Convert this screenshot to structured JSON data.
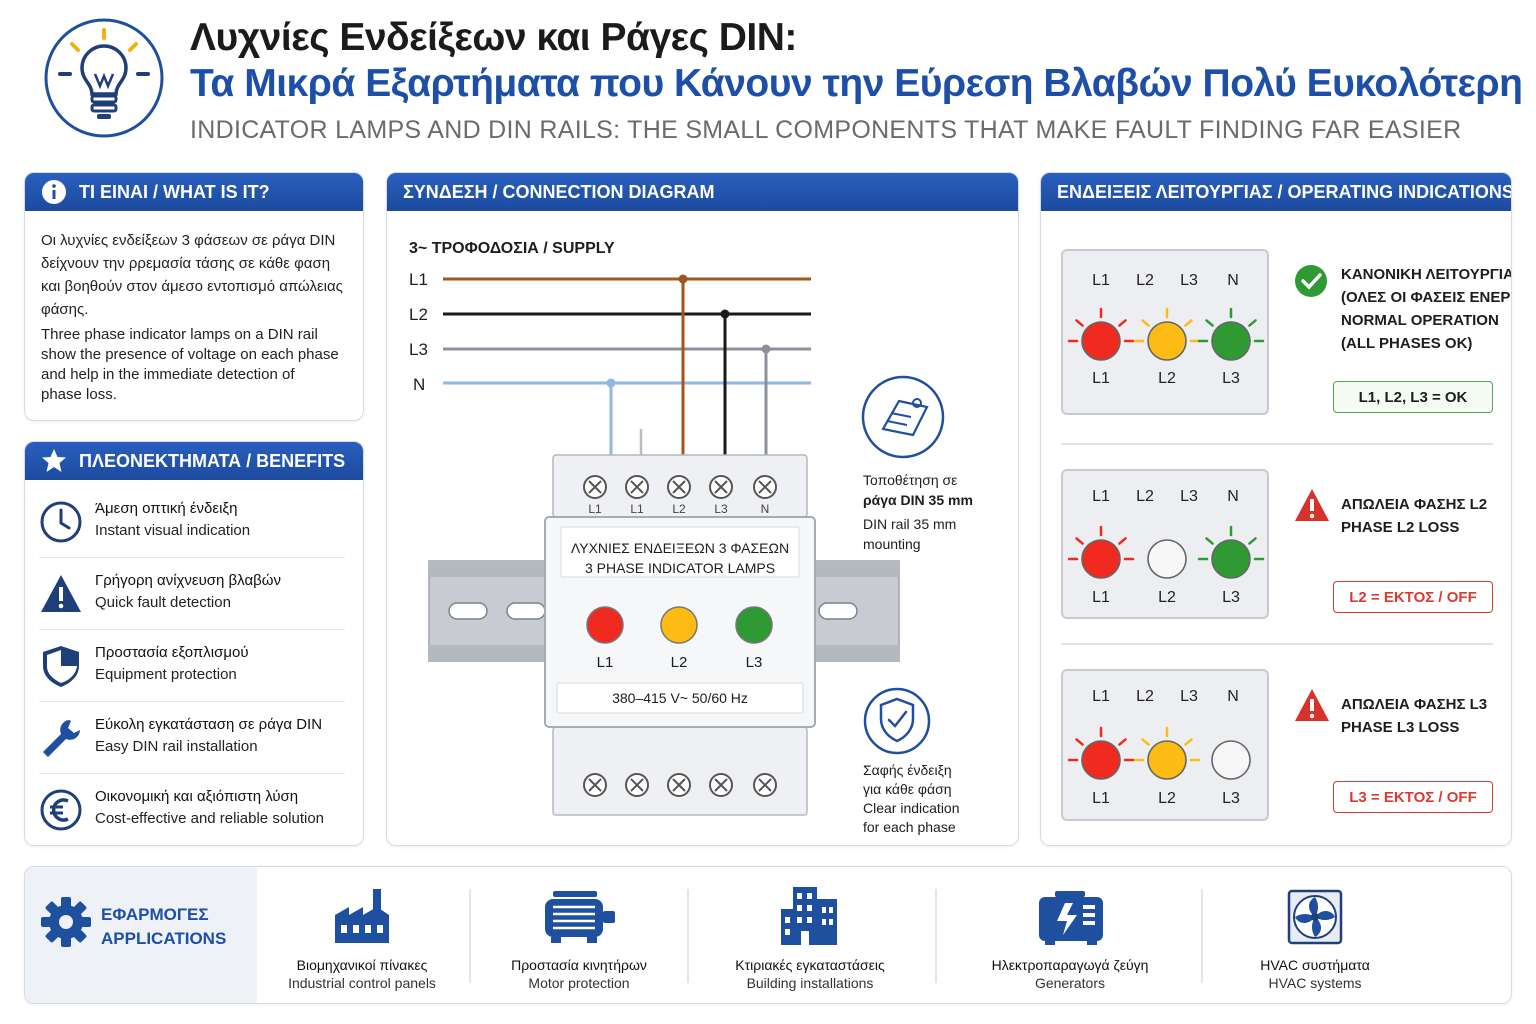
{
  "header": {
    "title_gr": "Λυχνίες Ενδείξεων και Ράγες DIN:",
    "title_gr_blue": "Τα Μικρά Εξαρτήματα που Κάνουν την Εύρεση Βλαβών Πολύ Ευκολότερη",
    "subtitle_en": "INDICATOR LAMPS AND DIN RAILS: THE SMALL COMPONENTS THAT MAKE FAULT FINDING FAR EASIER",
    "icon": "lightbulb-icon"
  },
  "what": {
    "title": "ΤΙ ΕΙΝΑΙ / WHAT IS IT?",
    "text_gr": [
      "Οι λυχνίες ενδείξεων 3 φάσεων σε ράγα DIN",
      "δείχνουν την ρρεμασία τάσης σε κάθε φαση",
      "και βοηθούν στον άμεσο εντοπισμό απώλειας",
      "φάσης."
    ],
    "text_en": [
      "Three phase indicator lamps on a DIN rail",
      "show the presence of voltage on each phase",
      "and help in the immediate detection of",
      "phase loss."
    ]
  },
  "benefits": {
    "title": "ΠΛΕΟΝΕΚΤΗΜΑΤΑ / BENEFITS",
    "items": [
      {
        "icon": "clock-icon",
        "gr": "Άμεση οπτική ένδειξη",
        "en": "Instant visual indication"
      },
      {
        "icon": "warning-icon",
        "gr": "Γρήγορη ανίχνευση βλαβών",
        "en": "Quick fault detection"
      },
      {
        "icon": "shield-icon",
        "gr": "Προστασία εξοπλισμού",
        "en": "Equipment protection"
      },
      {
        "icon": "wrench-icon",
        "gr": "Εύκολη εγκατάσταση σε ράγα DIN",
        "en": "Easy DIN rail installation"
      },
      {
        "icon": "euro-icon",
        "gr": "Οικονομική και αξιόπιστη λύση",
        "en": "Cost-effective and reliable solution"
      }
    ]
  },
  "diagram": {
    "title": "ΣΥΝΔΕΣΗ / CONNECTION DIAGRAM",
    "supply_label": "3~  ΤΡΟΦΟΔΟΣΙΑ / SUPPLY",
    "lines": [
      "L1",
      "L2",
      "L3",
      "N"
    ],
    "terminals_top": [
      "L1",
      "L1",
      "L2",
      "L3",
      "N"
    ],
    "device_title_gr": "ΛΥΧΝΙΕΣ ΕΝΔΕΙΞΕΩΝ 3 ΦΑΣΕΩΝ",
    "device_title_en": "3 PHASE INDICATOR LAMPS",
    "lamp_labels": [
      "L1",
      "L2",
      "L3"
    ],
    "rating": "380–415 V~  50/60 Hz",
    "note_mount_gr": [
      "Τοποθέτηση σε",
      "ράγα DIN 35 mm"
    ],
    "note_mount_en": [
      "DIN rail 35 mm",
      "mounting"
    ],
    "note_clear_gr": [
      "Σαφής ένδειξη",
      "για κάθε φάση"
    ],
    "note_clear_en": [
      "Clear indication",
      "for each phase"
    ],
    "colors": {
      "L1": "#a0561f",
      "L2": "#1a1a1a",
      "L3": "#8c9098",
      "N": "#93b6e2"
    }
  },
  "ops": {
    "title": "ΕΝΔΕΙΞΕΙΣ ΛΕΙΤΟΥΡΓΙΑΣ / OPERATING INDICATIONS",
    "top_labels": [
      "L1",
      "L2",
      "L3",
      "N"
    ],
    "scenarios": [
      {
        "bottom": [
          "L1",
          "L2",
          "L3"
        ],
        "status": [
          "ΚΑΝΟΝΙΚΗ ΛΕΙΤΟΥΡΓΙΑ",
          "(ΟΛΕΣ ΟΙ ΦΑΣΕΙΣ ΕΝΕΡΓΕΣ)",
          "NORMAL OPERATION",
          "(ALL PHASES OK)"
        ],
        "badge": "L1, L2, L3 = OK"
      },
      {
        "bottom": [
          "L1",
          "L2",
          "L3"
        ],
        "status": [
          "ΑΠΩΛΕΙΑ ΦΑΣΗΣ L2",
          "PHASE L2 LOSS"
        ],
        "badge": "L2 = ΕΚΤΟΣ / OFF"
      },
      {
        "bottom": [
          "L1",
          "L2",
          "L3"
        ],
        "status": [
          "ΑΠΩΛΕΙΑ ΦΑΣΗΣ L3",
          "PHASE L3 LOSS"
        ],
        "badge": "L3 = ΕΚΤΟΣ / OFF"
      }
    ],
    "colors": {
      "red": "#f02a1e",
      "yellow": "#fdbb14",
      "green": "#2f9a33",
      "ok": "#2f9a33",
      "warn": "#d8302a"
    }
  },
  "apps": {
    "title_gr": "ΕΦΑΡΜΟΓΕΣ",
    "title_en": "APPLICATIONS",
    "items": [
      {
        "icon": "factory-icon",
        "gr": "Βιομηχανικοί πίνακες",
        "en": "Industrial control panels"
      },
      {
        "icon": "motor-icon",
        "gr": "Προστασία κινητήρων",
        "en": "Motor protection"
      },
      {
        "icon": "building-icon",
        "gr": "Κτιριακές εγκαταστάσεις",
        "en": "Building installations"
      },
      {
        "icon": "generator-icon",
        "gr": "Ηλεκτροπαραγωγά ζεύγη",
        "en": "Generators"
      },
      {
        "icon": "hvac-fan-icon",
        "gr": "HVAC συστήματα",
        "en": "HVAC systems"
      }
    ]
  }
}
